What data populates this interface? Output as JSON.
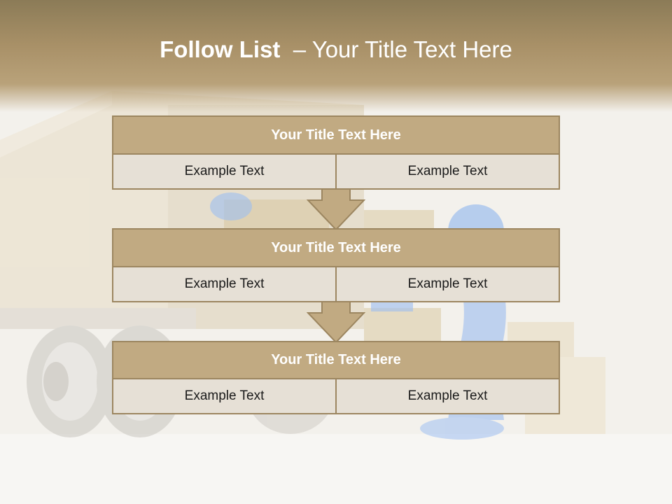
{
  "slide": {
    "title_bold": "Follow List",
    "title_rest": "– Your Title Text Here"
  },
  "blocks": [
    {
      "title": "Your Title Text Here",
      "left": "Example Text",
      "right": "Example Text"
    },
    {
      "title": "Your Title Text Here",
      "left": "Example Text",
      "right": "Example Text"
    },
    {
      "title": "Your Title Text Here",
      "left": "Example Text",
      "right": "Example Text"
    }
  ],
  "colors": {
    "header": "#a89067",
    "block_title": "#c1aa82",
    "block_cell": "#e6e0d6",
    "border": "#9c8660",
    "arrow": "#c1aa82"
  },
  "icons": [
    "down-arrow-icon",
    "truck-illustration",
    "figure-illustration"
  ]
}
